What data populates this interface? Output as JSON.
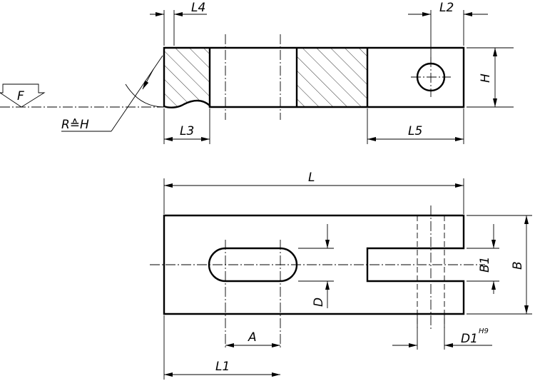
{
  "drawing": {
    "labels": {
      "L4": "L4",
      "L2": "L2",
      "F": "F",
      "R": "R≙H",
      "H": "H",
      "L3": "L3",
      "L5": "L5",
      "L": "L",
      "B1": "B1",
      "B": "B",
      "D": "D",
      "A": "A",
      "L1": "L1",
      "D1": "D1",
      "D1_fit": "H9"
    }
  }
}
